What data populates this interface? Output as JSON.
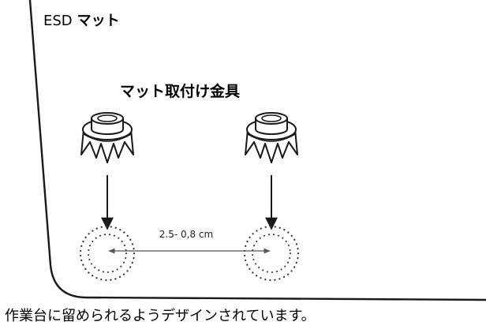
{
  "mat": {
    "prefix": "ESD",
    "name": "マット"
  },
  "fitting_label": "マット取付け金具",
  "dimension_label": "2.5- 0,8 cm",
  "caption": "作業台に留められるようデザインされています。",
  "colors": {
    "line": "#1a1a1a",
    "background": "#ffffff"
  }
}
